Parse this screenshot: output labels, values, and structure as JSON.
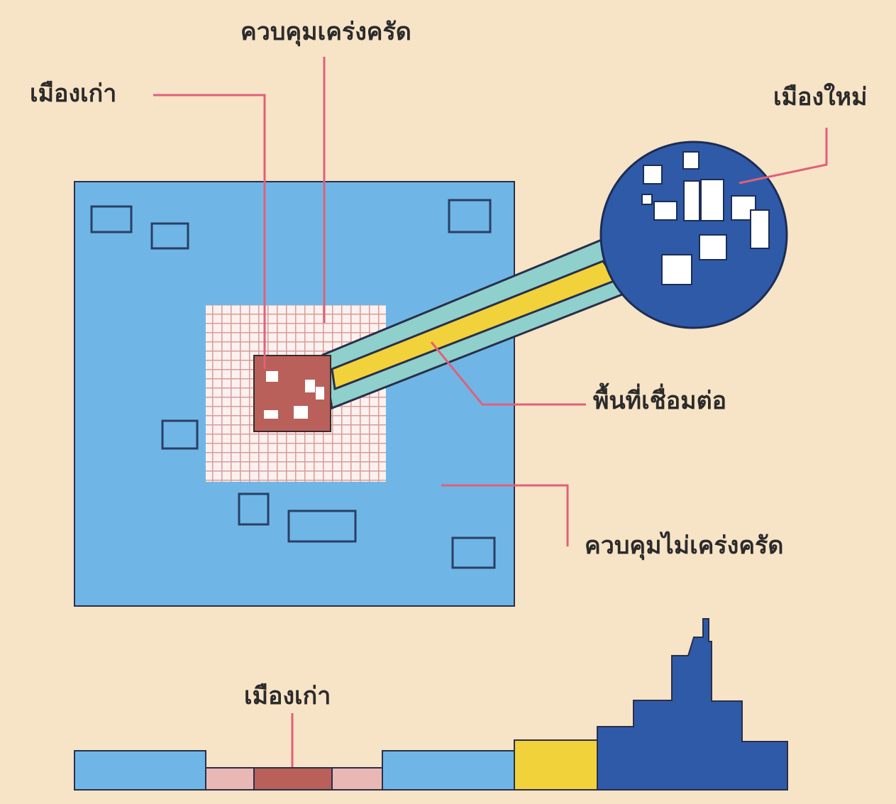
{
  "labels": {
    "controlled_strict": "ควบคุมเคร่งครัด",
    "old_city_top": "เมืองเก่า",
    "new_city": "เมืองใหม่",
    "connection_area": "พื้นที่เชื่อมต่อ",
    "controlled_not_strict": "ควบคุมไม่เคร่งครัด",
    "old_city_bottom": "เมืองเก่า"
  },
  "colors": {
    "background": "#f7e3c6",
    "light_blue": "#6fb6e6",
    "dark_blue": "#2f5aa8",
    "pink_grid": "#f3dcd6",
    "old_city_red": "#b9605a",
    "connector_yellow": "#f2d23a",
    "connector_teal": "#8fd0cc",
    "leader_line": "#e0607a",
    "outline": "#2a2f4a"
  }
}
